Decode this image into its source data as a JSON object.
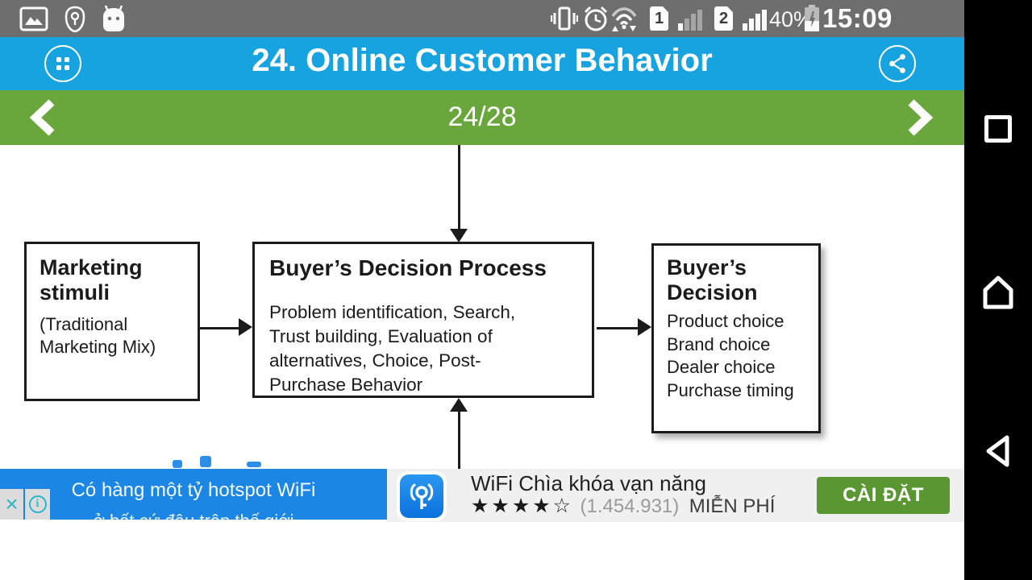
{
  "status_bar": {
    "time": "15:09",
    "battery_percent": "40%",
    "sim1": "1",
    "sim2": "2"
  },
  "header": {
    "title": "24. Online Customer Behavior"
  },
  "pager": {
    "position": "24/28"
  },
  "slide": {
    "boxes": {
      "marketing": {
        "title_lines": [
          "Marketing",
          "stimuli"
        ],
        "body_lines": [
          "(Traditional",
          "Marketing Mix)"
        ]
      },
      "process": {
        "title": "Buyer’s  Decision Process",
        "body_lines": [
          "Problem identification, Search,",
          "Trust building, Evaluation of",
          "alternatives, Choice, Post-",
          "Purchase Behavior"
        ]
      },
      "decision": {
        "title_lines": [
          "Buyer’s",
          "Decision"
        ],
        "body_lines": [
          "Product choice",
          "Brand choice",
          "Dealer choice",
          "Purchase timing"
        ]
      }
    }
  },
  "ad": {
    "message_line1": "Có hàng một tỷ hotspot WiFi",
    "message_line2": "ở bất cứ đâu trên thế giới",
    "app_name": "WiFi Chìa khóa vạn năng",
    "stars": "★★★★☆",
    "rating_count": "(1.454.931)",
    "price_label": "MIỄN PHÍ",
    "install_label": "CÀI ĐẶT",
    "close_label": "×",
    "info_label": "i"
  },
  "colors": {
    "statusbar_gray": "#6e6e6e",
    "header_blue": "#16a3e0",
    "pager_green": "#69a73c",
    "ad_blue": "#1b86e4",
    "install_green": "#5a9631",
    "ad_icon_teal": "#2ab7c9"
  }
}
